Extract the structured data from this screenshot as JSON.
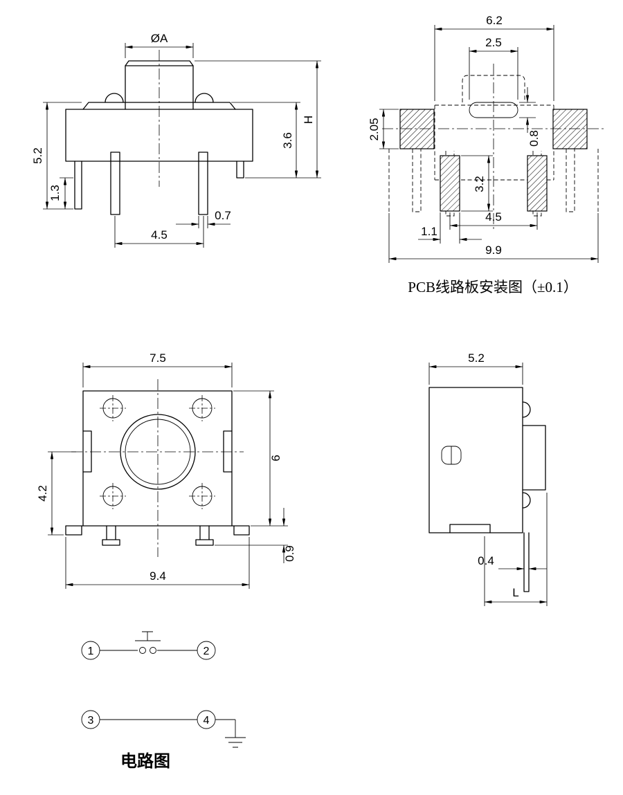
{
  "drawing": {
    "front_view": {
      "dims": {
        "knob_diameter": "ØA",
        "overall_left": "5.2",
        "lead_below_board": "1.3",
        "body_height": "3.6",
        "total_height": "H",
        "lead_width": "0.7",
        "lead_pitch": "4.5"
      }
    },
    "pcb_view": {
      "caption": "PCB线路板安装图（±0.1）",
      "dims": {
        "body_width": "6.2",
        "slot_length": "2.5",
        "side_pad_height": "2.05",
        "slot_width": "0.8",
        "pad_length": "3.2",
        "pad_pitch": "4.5",
        "pad_width": "1.1",
        "overall_width": "9.9"
      }
    },
    "top_view": {
      "dims": {
        "body_width": "7.5",
        "center_to_foot": "4.2",
        "body_depth": "6",
        "foot_drop": "0.9",
        "overall_width": "9.4"
      }
    },
    "side_view": {
      "dims": {
        "body_width": "5.2",
        "lead_thickness": "0.4",
        "lead_length": "L"
      }
    },
    "circuit": {
      "caption": "电路图",
      "terminals": [
        "1",
        "2",
        "3",
        "4"
      ]
    }
  }
}
